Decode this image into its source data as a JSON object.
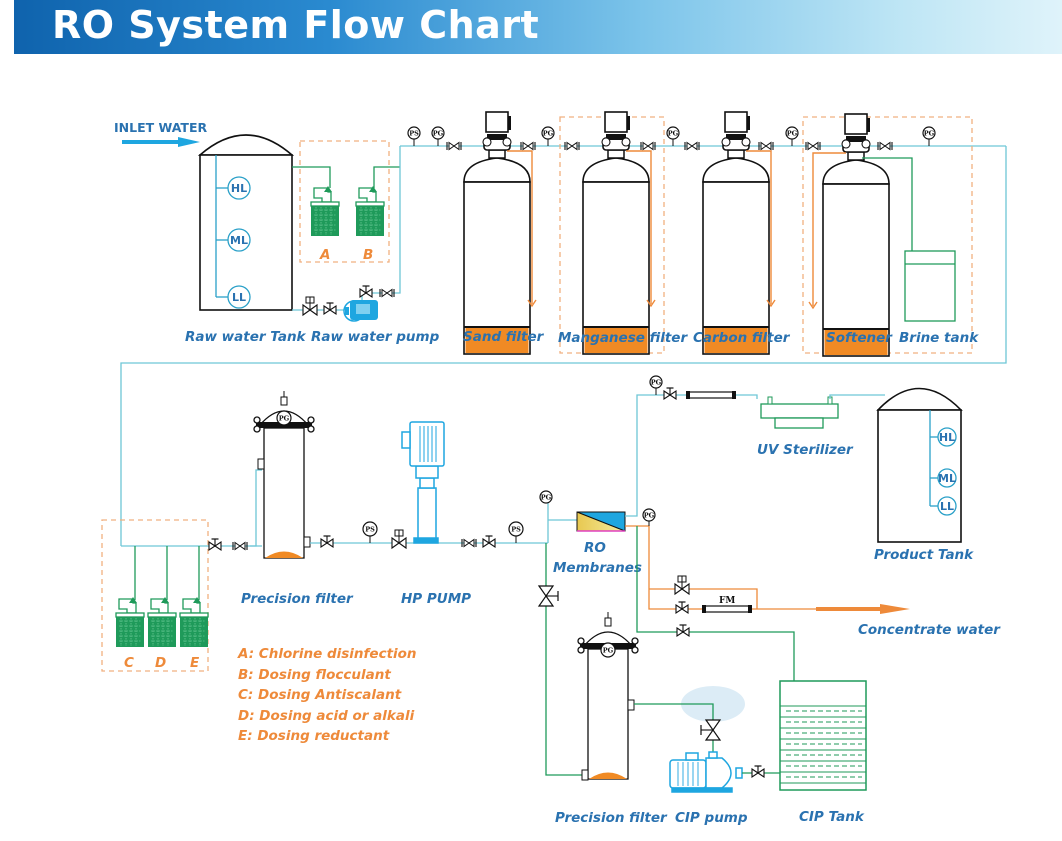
{
  "title": "RO System Flow Chart",
  "inlet_label": "INLET WATER",
  "colors": {
    "feed_pipe": "#6ec6d6",
    "chem_pipe": "#1f9a5a",
    "drain_pipe": "#ee8a3a",
    "label_blue": "#2a72b0",
    "label_orange": "#ee8a3a",
    "media": "#f08a24",
    "equipment_blue": "#1ea6e0"
  },
  "equipment": {
    "raw_water_tank": "Raw water Tank",
    "raw_water_pump": "Raw water pump",
    "sand_filter": "Sand filter",
    "manganese_filter": "Manganese filter",
    "carbon_filter": "Carbon filter",
    "softener": "Softener",
    "brine_tank": "Brine tank",
    "precision_filter_1": "Precision filter",
    "hp_pump": "HP PUMP",
    "ro_membranes_line1": "RO",
    "ro_membranes_line2": "Membranes",
    "uv_sterilizer": "UV Sterilizer",
    "product_tank": "Product Tank",
    "concentrate_water": "Concentrate water",
    "precision_filter_2": "Precision filter",
    "cip_pump": "CIP pump",
    "cip_tank": "CIP Tank"
  },
  "level_switches": {
    "raw_tank": [
      "HL",
      "ML",
      "LL"
    ],
    "product_tank": [
      "HL",
      "ML",
      "LL"
    ]
  },
  "dosing_units": {
    "group1": [
      "A",
      "B"
    ],
    "group2": [
      "C",
      "D",
      "E"
    ]
  },
  "instruments": {
    "pressure_gauge": "PG",
    "pressure_switch": "PS",
    "flow_meter": "FM"
  },
  "legend": [
    "A:  Chlorine disinfection",
    "B:  Dosing flocculant",
    "C:  Dosing Antiscalant",
    "D: Dosing acid or alkali",
    "E:  Dosing reductant"
  ]
}
